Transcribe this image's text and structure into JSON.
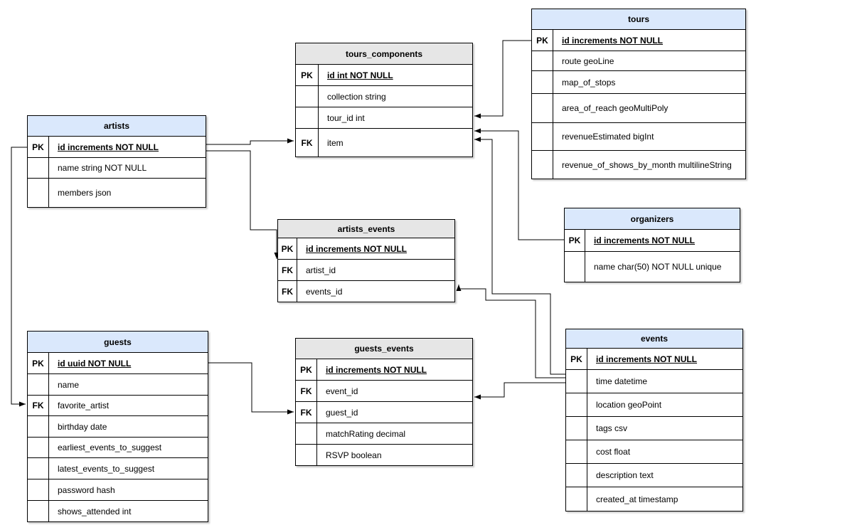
{
  "diagram": {
    "colors": {
      "header_blue": "#dae8fc",
      "header_gray": "#e6e6e6",
      "border": "#000000",
      "background": "#ffffff"
    },
    "tables": [
      {
        "id": "tours",
        "title": "tours",
        "header": "blue",
        "rows": [
          {
            "key": "PK",
            "text": "id increments NOT NULL",
            "emph": true
          },
          {
            "key": "",
            "text": "route geoLine"
          },
          {
            "key": "",
            "text": "map_of_stops"
          },
          {
            "key": "",
            "text": "area_of_reach geoMultiPoly"
          },
          {
            "key": "",
            "text": "revenueEstimated bigInt"
          },
          {
            "key": "",
            "text": "revenue_of_shows_by_month multilineString"
          }
        ]
      },
      {
        "id": "tours_components",
        "title": "tours_components",
        "header": "gray",
        "rows": [
          {
            "key": "PK",
            "text": "id int NOT NULL",
            "emph": true
          },
          {
            "key": "",
            "text": "collection string"
          },
          {
            "key": "",
            "text": "tour_id int"
          },
          {
            "key": "FK",
            "text": "item"
          }
        ]
      },
      {
        "id": "artists",
        "title": "artists",
        "header": "blue",
        "rows": [
          {
            "key": "PK",
            "text": "id increments NOT NULL",
            "emph": true
          },
          {
            "key": "",
            "text": "name string NOT NULL"
          },
          {
            "key": "",
            "text": "members json"
          }
        ]
      },
      {
        "id": "artists_events",
        "title": "artists_events",
        "header": "gray",
        "rows": [
          {
            "key": "PK",
            "text": "id increments NOT NULL",
            "emph": true
          },
          {
            "key": "FK",
            "text": "artist_id"
          },
          {
            "key": "FK",
            "text": "events_id"
          }
        ]
      },
      {
        "id": "organizers",
        "title": "organizers",
        "header": "blue",
        "rows": [
          {
            "key": "PK",
            "text": "id increments NOT NULL",
            "emph": true
          },
          {
            "key": "",
            "text": "name char(50) NOT NULL unique"
          }
        ]
      },
      {
        "id": "guests",
        "title": "guests",
        "header": "blue",
        "rows": [
          {
            "key": "PK",
            "text": "id uuid NOT NULL",
            "emph": true
          },
          {
            "key": "",
            "text": "name"
          },
          {
            "key": "FK",
            "text": "favorite_artist"
          },
          {
            "key": "",
            "text": "birthday date"
          },
          {
            "key": "",
            "text": "earliest_events_to_suggest"
          },
          {
            "key": "",
            "text": "latest_events_to_suggest"
          },
          {
            "key": "",
            "text": "password hash"
          },
          {
            "key": "",
            "text": "shows_attended int"
          }
        ]
      },
      {
        "id": "guests_events",
        "title": "guests_events",
        "header": "gray",
        "rows": [
          {
            "key": "PK",
            "text": "id increments NOT NULL",
            "emph": true
          },
          {
            "key": "FK",
            "text": "event_id"
          },
          {
            "key": "FK",
            "text": "guest_id"
          },
          {
            "key": "",
            "text": "matchRating decimal"
          },
          {
            "key": "",
            "text": "RSVP boolean"
          }
        ]
      },
      {
        "id": "events",
        "title": "events",
        "header": "blue",
        "rows": [
          {
            "key": "PK",
            "text": "id increments NOT NULL",
            "emph": true
          },
          {
            "key": "",
            "text": "time datetime"
          },
          {
            "key": "",
            "text": "location geoPoint"
          },
          {
            "key": "",
            "text": "tags csv"
          },
          {
            "key": "",
            "text": "cost float"
          },
          {
            "key": "",
            "text": "description text"
          },
          {
            "key": "",
            "text": "created_at timestamp"
          }
        ]
      }
    ],
    "relations": [
      {
        "from": "tours.id",
        "to": "tours_components.tour_id"
      },
      {
        "from": "organizers.id",
        "to": "tours_components.item"
      },
      {
        "from": "events.id",
        "to": "tours_components.item"
      },
      {
        "from": "artists.id",
        "to": "tours_components.item"
      },
      {
        "from": "artists.id",
        "to": "artists_events.artist_id"
      },
      {
        "from": "events.id",
        "to": "artists_events.events_id"
      },
      {
        "from": "events.id",
        "to": "guests_events.event_id"
      },
      {
        "from": "guests.id",
        "to": "guests_events.guest_id"
      },
      {
        "from": "artists.id",
        "to": "guests.favorite_artist"
      }
    ]
  }
}
